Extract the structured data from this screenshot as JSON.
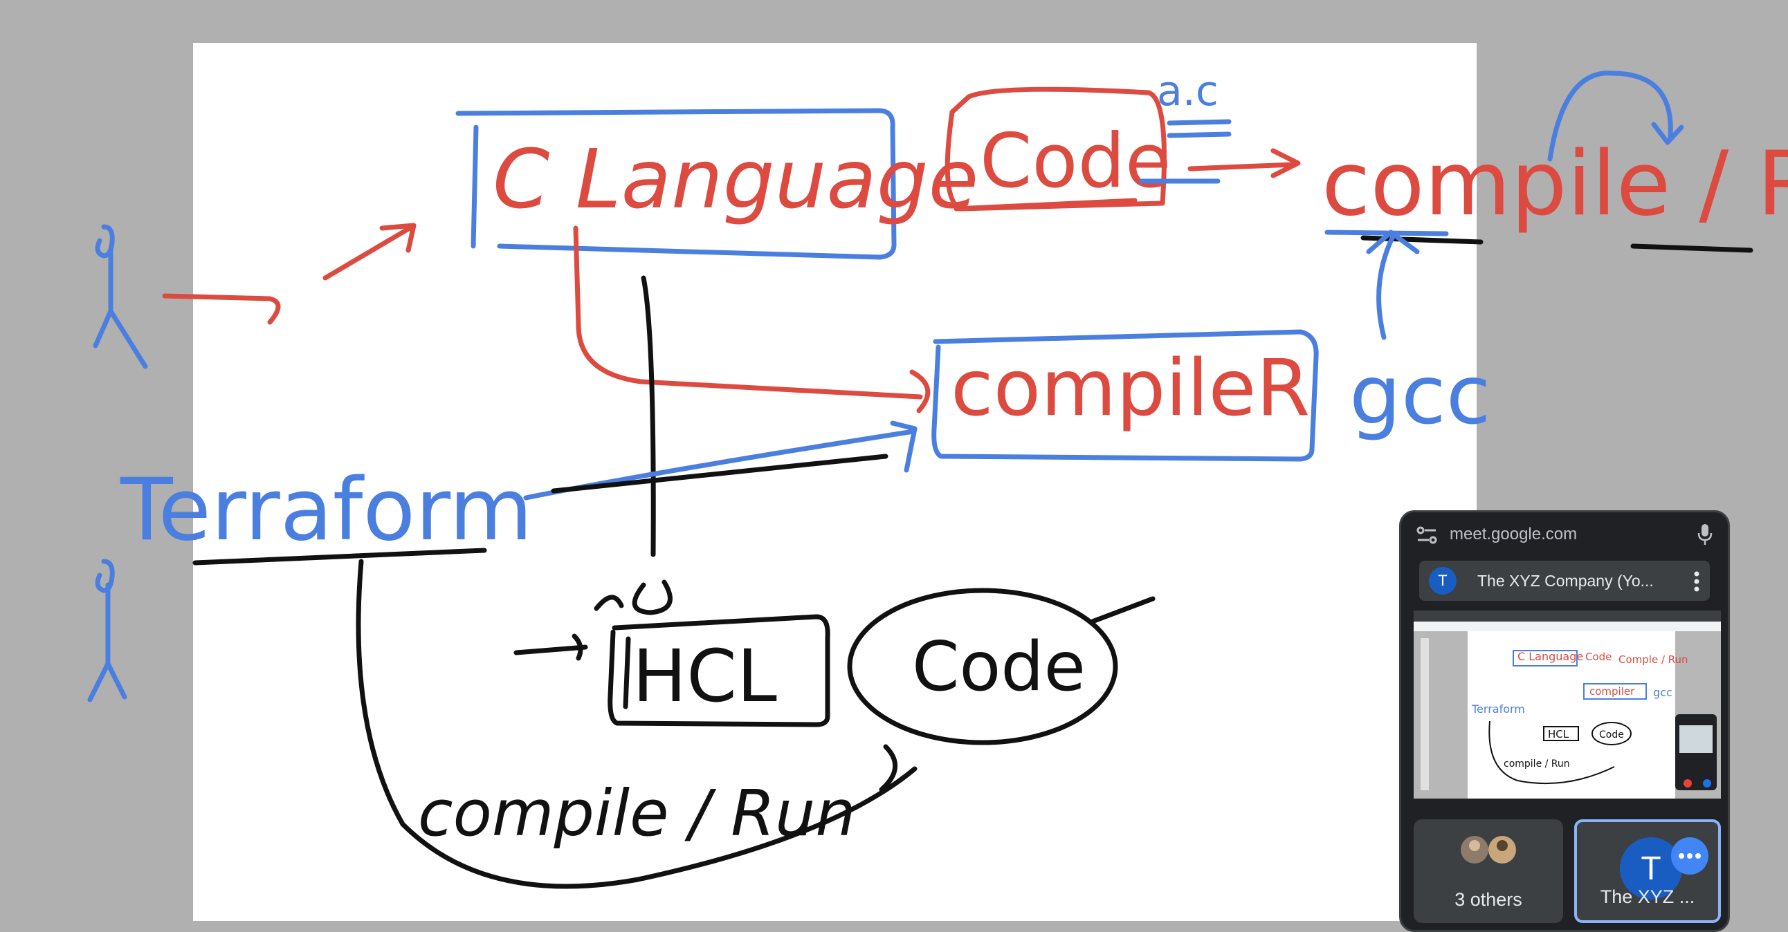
{
  "colors": {
    "blue_ink": "#4a7fe0",
    "red_ink": "#dc4a40",
    "black_ink": "#111111",
    "board": "#ffffff",
    "backdrop": "#b0b0b0"
  },
  "whiteboard": {
    "texts": {
      "c_language": "C Language",
      "code_red": "Code",
      "ac": "a.c",
      "compile_run_red": "compile / Run",
      "compiler": "compileR",
      "gcc": "gcc",
      "terraform": "Terraform",
      "hcl": "HCL",
      "code_black": "Code",
      "compile_run_black": "compile / Run"
    }
  },
  "meet_pip": {
    "url": "meet.google.com",
    "meeting_initial": "T",
    "meeting_name": "The XYZ Company (Yo...",
    "preview_texts": {
      "c_language": "C Language",
      "code": "Code",
      "compile_run": "Comple / Run",
      "compiler": "compiler",
      "gcc": "gcc",
      "terraform": "Terraform",
      "hcl": "HCL",
      "code_black": "Code",
      "compile_run_black": "compile / Run"
    },
    "tiles": {
      "others_label": "3 others",
      "self_label": "The XYZ ...",
      "self_initial": "T"
    },
    "icons": {
      "url_bar_left": "tune-icon",
      "url_bar_right": "mic-icon",
      "row_more": "more-vert-icon",
      "self_more": "more-horiz-icon"
    }
  }
}
